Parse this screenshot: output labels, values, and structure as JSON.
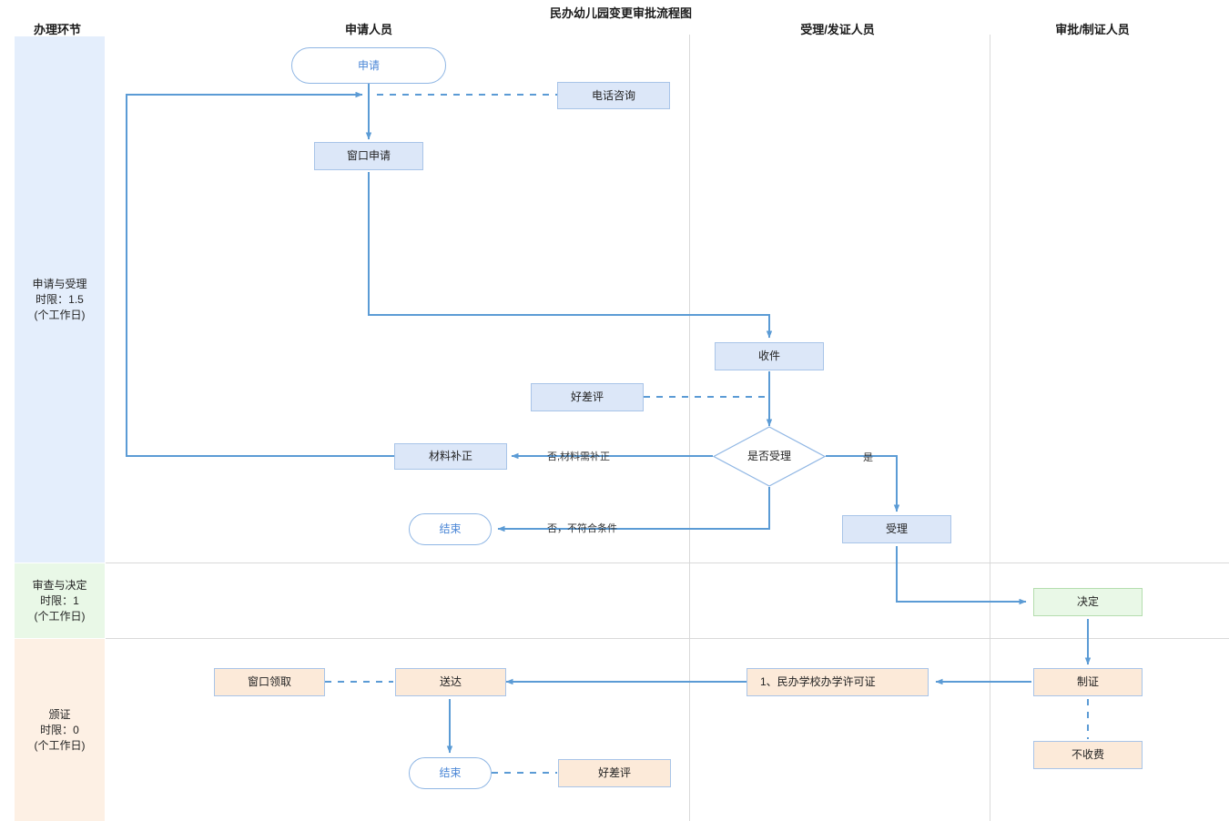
{
  "title": "民办幼儿园变更审批流程图",
  "lanes": {
    "phase_header": "办理环节",
    "headers": [
      {
        "label": "申请人员"
      },
      {
        "label": "受理/发证人员"
      },
      {
        "label": "审批/制证人员"
      }
    ]
  },
  "phases": [
    {
      "name": "申请与受理",
      "limit_label": "时限：1.5",
      "unit": "(个工作日)",
      "text": "申请与受理\n时限：1.5\n(个工作日)",
      "color": "#e4eefc"
    },
    {
      "name": "审查与决定",
      "limit_label": "时限：1",
      "unit": "(个工作日)",
      "text": "审查与决定\n时限：1\n(个工作日)",
      "color": "#e9f8e7"
    },
    {
      "name": "颁证",
      "limit_label": "时限：0",
      "unit": "(个工作日)",
      "text": "颁证\n时限：0\n(个工作日)",
      "color": "#fdf0e4"
    }
  ],
  "nodes": {
    "start": "申请",
    "phone": "电话咨询",
    "window_apply": "窗口申请",
    "receive": "收件",
    "review_top": "好差评",
    "material_fix": "材料补正",
    "decision": "是否受理",
    "accept": "受理",
    "end_reject": "结束",
    "decide": "决定",
    "make_cert": "制证",
    "cert_list": "1、民办学校办学许可证",
    "no_fee": "不收费",
    "deliver": "送达",
    "window_pickup": "窗口领取",
    "end_done": "结束",
    "review_bottom": "好差评"
  },
  "edge_labels": {
    "need_fix": "否,材料需补正",
    "yes": "是",
    "not_qualified": "否，不符合条件"
  },
  "colors": {
    "node_blue_fill": "#dce7f8",
    "node_blue_border": "#a8c4e8",
    "node_green_fill": "#e9f8e7",
    "node_green_border": "#b4ddae",
    "node_peach_fill": "#fcead9",
    "terminator_text": "#4a86d6",
    "connector": "#5b9bd5",
    "lane_divider": "#d9d9d9"
  }
}
